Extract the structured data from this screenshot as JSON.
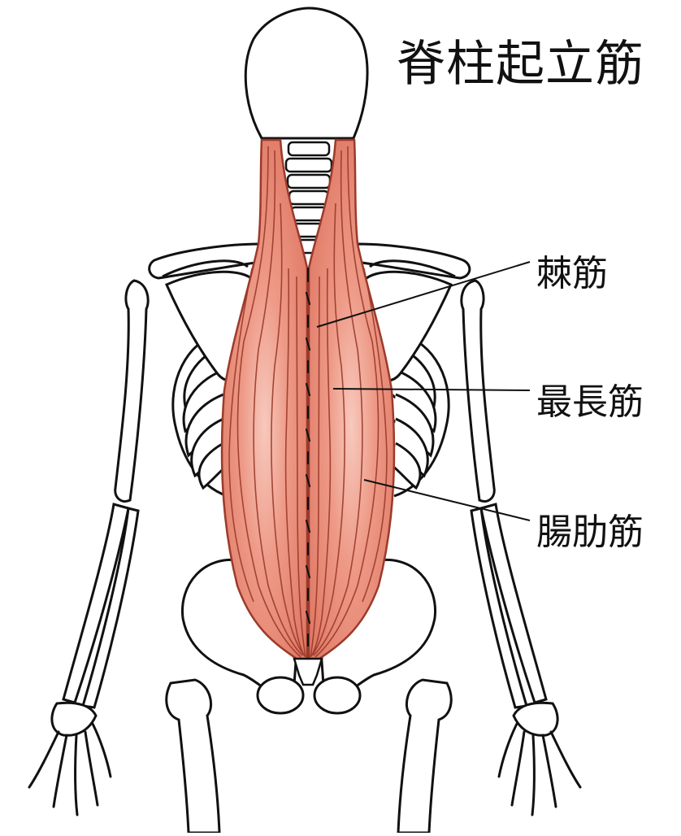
{
  "title": "脊柱起立筋",
  "labels": {
    "spinalis": "棘筋",
    "longissimus": "最長筋",
    "iliocostalis": "腸肋筋"
  },
  "colors": {
    "muscle_fill": "#e98a78",
    "muscle_stroke": "#9b3a2b",
    "muscle_highlight": "#f6c2b6",
    "bone_fill": "#ffffff",
    "outline": "#111111"
  }
}
